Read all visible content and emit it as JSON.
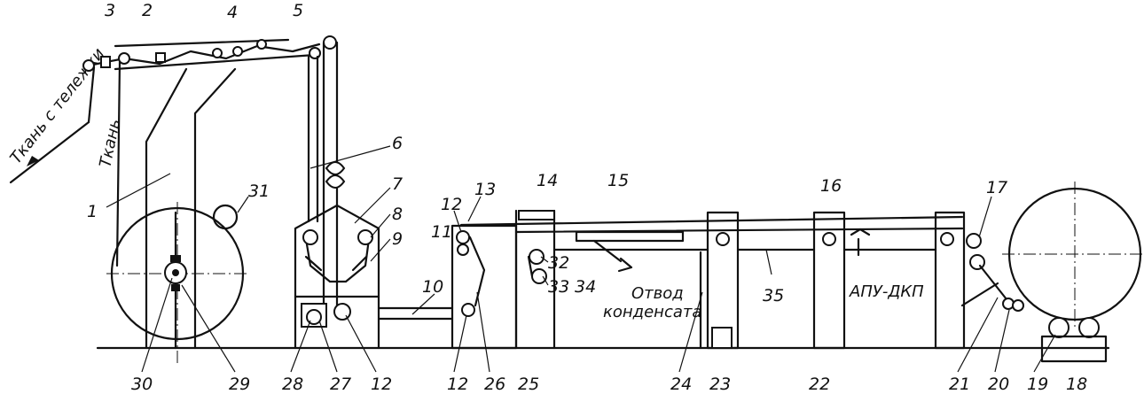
{
  "diagram": {
    "labels": {
      "fabric_from_cart": "Ткань с тележки",
      "fabric": "Ткань",
      "condensate_line1": "Отвод",
      "condensate_line2": "конденсата",
      "apu": "АПУ-ДКП"
    },
    "numbers": {
      "n1": "1",
      "n2": "2",
      "n3": "3",
      "n4": "4",
      "n5": "5",
      "n6": "6",
      "n7": "7",
      "n8": "8",
      "n9": "9",
      "n10": "10",
      "n11": "11",
      "n12a": "12",
      "n13": "13",
      "n14": "14",
      "n15": "15",
      "n16": "16",
      "n17": "17",
      "n18": "18",
      "n19": "19",
      "n20": "20",
      "n21": "21",
      "n22": "22",
      "n23": "23",
      "n24": "24",
      "n25": "25",
      "n26": "26",
      "n27": "27",
      "n28": "28",
      "n29": "29",
      "n30": "30",
      "n31": "31",
      "n32": "32",
      "n33": "33",
      "n34": "34",
      "n35": "35",
      "n12b": "12",
      "n12c": "12"
    }
  }
}
